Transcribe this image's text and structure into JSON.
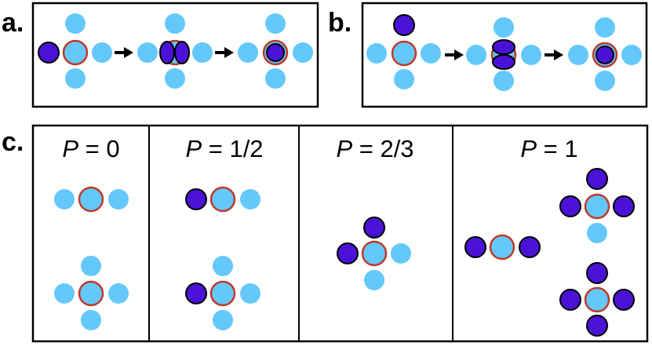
{
  "panels": {
    "a": {
      "letter": "a."
    },
    "b": {
      "letter": "b."
    },
    "c": {
      "letter": "c."
    }
  },
  "columns": [
    {
      "var": "P",
      "rest": " = 0"
    },
    {
      "var": "P",
      "rest": " = 1/2"
    },
    {
      "var": "P",
      "rest": " = 2/3"
    },
    {
      "var": "P",
      "rest": " = 1"
    }
  ],
  "colors": {
    "light_blue": "#64c8fa",
    "purple": "#4a12d6",
    "ring": "#c0392b"
  }
}
